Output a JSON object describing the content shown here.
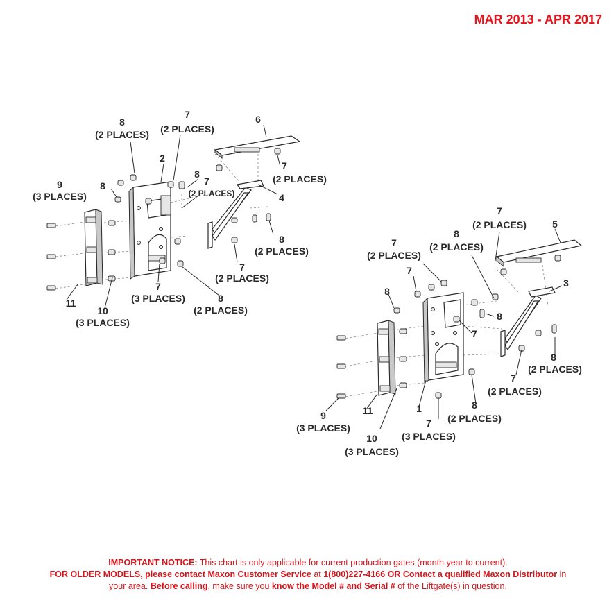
{
  "header": {
    "date_range": "MAR 2013 - APR 2017"
  },
  "labels": {
    "n1": "1",
    "n2": "2",
    "n3": "3",
    "n4": "4",
    "n5": "5",
    "n6": "6",
    "n7": "7",
    "n8": "8",
    "n9": "9",
    "n10": "10",
    "n11": "11",
    "two_places": "(2 PLACES)",
    "three_places": "(3 PLACES)"
  },
  "notice": {
    "lead_bold": "IMPORTANT NOTICE:",
    "lead_text": " This chart is only applicable for current production gates (month year to current).",
    "older_bold": "FOR OLDER MODELS, please contact Maxon Customer Service",
    "at_text": " at ",
    "phone_bold": "1(800)227-4166 OR Contact a qualified Maxon Distributor",
    "area_text": " in your area. ",
    "before_bold": "Before calling",
    "make_text": ", make sure you ",
    "know_bold": "know the Model # and Serial #",
    "tail_text": " of the Liftgate(s) in question."
  }
}
